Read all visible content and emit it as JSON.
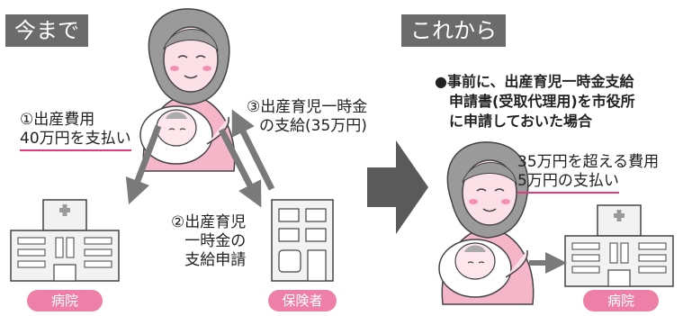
{
  "left": {
    "title": "今まで",
    "step1": {
      "line1": "①出産費用",
      "line2": "40万円を支払い"
    },
    "step2": {
      "line1": "②出産育児",
      "line2": "一時金の",
      "line3": "支給申請"
    },
    "step3": {
      "line1": "③出産育児一時金",
      "line2": "の支給(35万円)"
    },
    "hospital_label": "病院",
    "insurer_label": "保険者"
  },
  "right": {
    "title": "これから",
    "condition": {
      "line1": "●事前に、出産育児一時金支給",
      "line2": "申請書(受取代理用)を市役所",
      "line3": "に申請しておいた場合"
    },
    "cost": {
      "line1": "35万円を超える費用",
      "line2": "5万円の支払い"
    },
    "hospital_label": "病院"
  },
  "colors": {
    "accent_pink": "#e6397e",
    "pill_pink": "#ee7fa7",
    "title_gray": "#6b6b6b",
    "arrow_gray": "#7a7a7a",
    "building_fill": "#f2f2f2"
  },
  "icons": [
    "mother-baby-icon",
    "hospital-building-icon",
    "office-building-icon",
    "right-chevron-arrow-icon"
  ]
}
